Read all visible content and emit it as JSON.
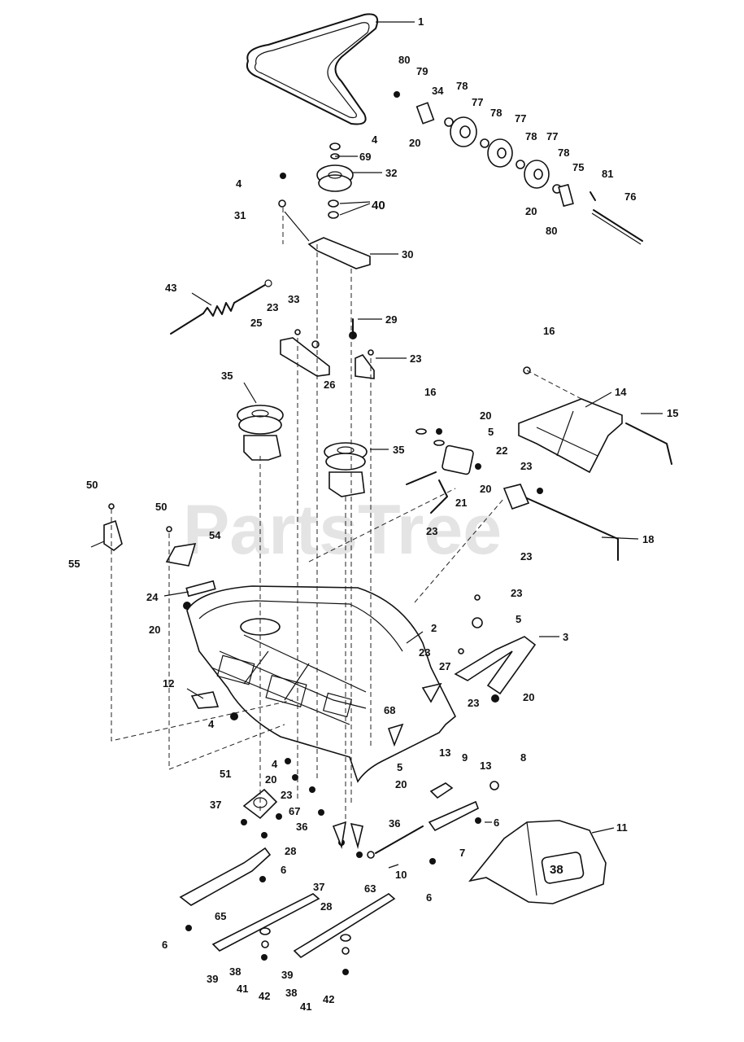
{
  "watermark": "PartsTree",
  "callouts": {
    "c1": "1",
    "c80a": "80",
    "c79": "79",
    "c34": "34",
    "c78a": "78",
    "c77a": "77",
    "c78b": "78",
    "c77b": "77",
    "c78c": "78",
    "c77c": "77",
    "c78d": "78",
    "c75": "75",
    "c20a": "20",
    "c20b": "20",
    "c80b": "80",
    "c81": "81",
    "c76": "76",
    "c4a": "4",
    "c69": "69",
    "c32": "32",
    "c4b": "4",
    "c40": "40",
    "c31": "31",
    "c30": "30",
    "c43": "43",
    "c23a": "23",
    "c33": "33",
    "c29": "29",
    "c25": "25",
    "c23b": "23",
    "c26": "26",
    "c16a": "16",
    "c14": "14",
    "c15": "15",
    "c35a": "35",
    "c16b": "16",
    "c20c": "20",
    "c5a": "5",
    "c22": "22",
    "c35b": "35",
    "c23c": "23",
    "c20d": "20",
    "c21": "21",
    "c23d": "23",
    "c18": "18",
    "c23e": "23",
    "c50a": "50",
    "c50b": "50",
    "c54": "54",
    "c55": "55",
    "c24": "24",
    "c20e": "20",
    "c23f": "23",
    "c5b": "5",
    "c2": "2",
    "c3": "3",
    "c23g": "23",
    "c27": "27",
    "c12": "12",
    "c23h": "23",
    "c20f": "20",
    "c4c": "4",
    "c68": "68",
    "c4d": "4",
    "c20g": "20",
    "c23i": "23",
    "c5c": "5",
    "c20h": "20",
    "c13a": "13",
    "c9": "9",
    "c13b": "13",
    "c8": "8",
    "c51": "51",
    "c67": "67",
    "c37a": "37",
    "c28a": "28",
    "c36a": "36",
    "c36b": "36",
    "c6a": "6",
    "c7": "7",
    "c11": "11",
    "c63": "63",
    "c10": "10",
    "c6b": "6",
    "c65": "65",
    "c37b": "37",
    "c28b": "28",
    "c6c": "6",
    "c6d": "6",
    "c39a": "39",
    "c38a": "38",
    "c41a": "41",
    "c42a": "42",
    "c39b": "39",
    "c38b": "38",
    "c41b": "41",
    "c42b": "42",
    "decal": "38"
  }
}
